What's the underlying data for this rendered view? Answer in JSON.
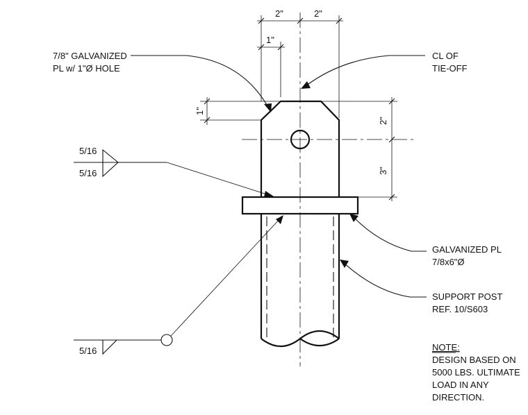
{
  "dimensions": {
    "top_left": "2\"",
    "top_right": "2\"",
    "hole_offset": "1\"",
    "left_vertical": "1\"",
    "right_upper": "2\"",
    "right_lower": "3\""
  },
  "labels": {
    "plate_line1": "7/8\" GALVANIZED",
    "plate_line2": "PL w/ 1\"Ø HOLE",
    "cl_line1": "CL OF",
    "cl_line2": "TIE-OFF",
    "gpl_line1": "GALVANIZED PL",
    "gpl_line2": "7/8x6\"Ø",
    "post_line1": "SUPPORT POST",
    "post_line2": "REF. 10/S603"
  },
  "welds": {
    "upper_top": "5/16",
    "upper_bottom": "5/16",
    "lower": "5/16"
  },
  "note": {
    "heading": "NOTE:",
    "line1": "DESIGN BASED ON",
    "line2": "5000 LBS. ULTIMATE",
    "line3": "LOAD IN ANY",
    "line4": "DIRECTION."
  }
}
